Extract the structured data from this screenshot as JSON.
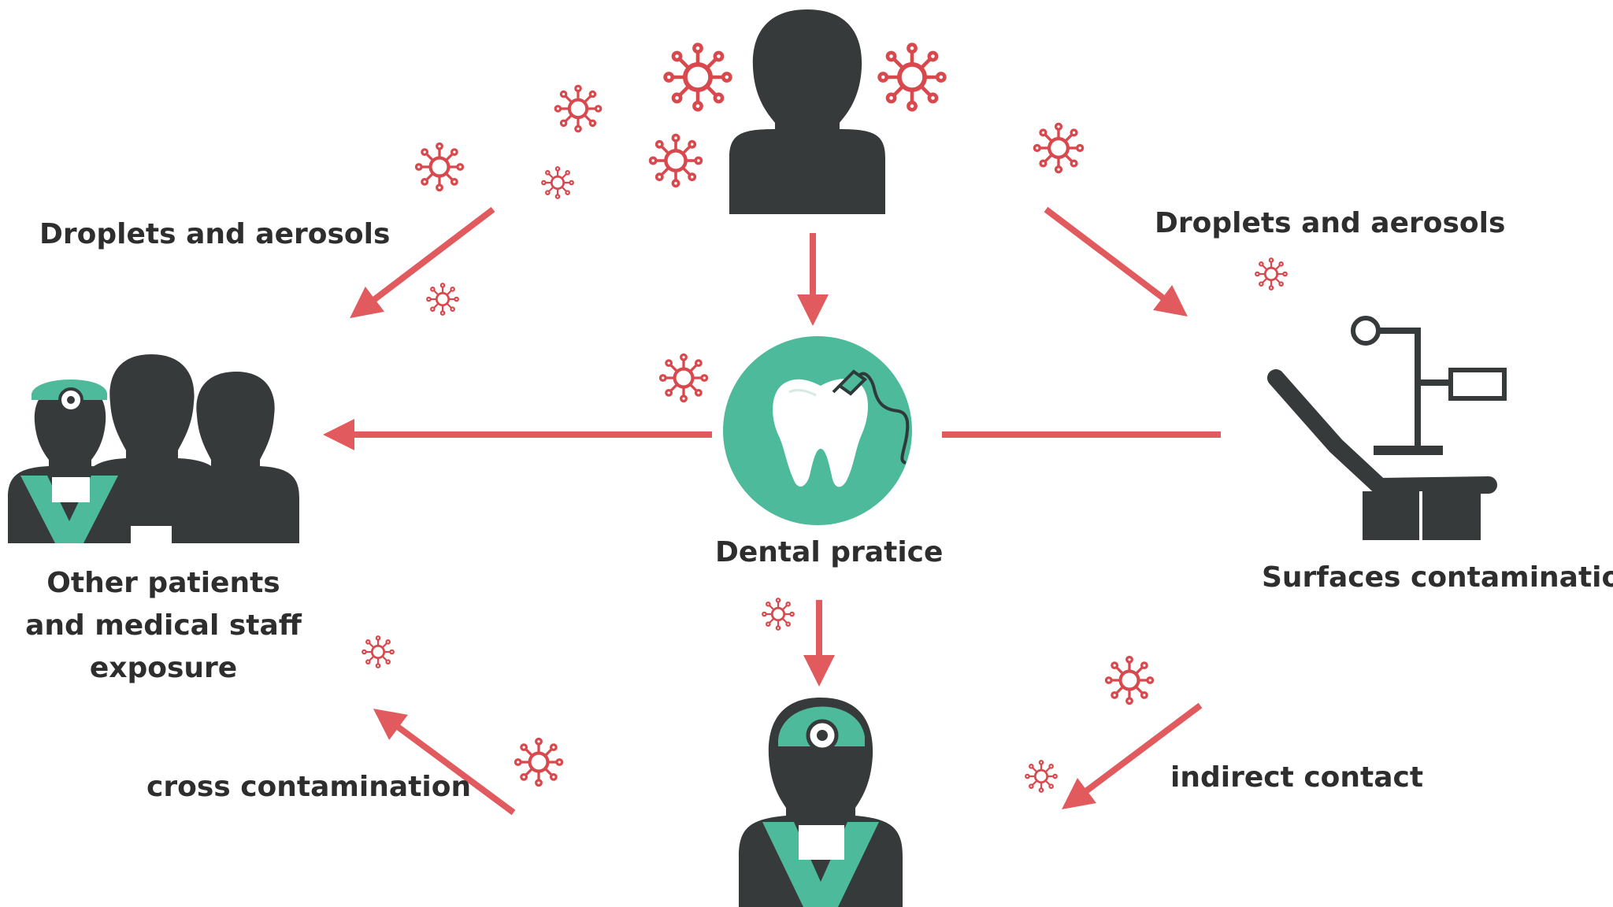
{
  "labels": {
    "droplets_left": "Droplets and aerosols",
    "droplets_right": "Droplets and aerosols",
    "dental_practice": "Dental pratice",
    "surfaces_contamination": "Surfaces contamination",
    "other_patients": "Other patients and medical staff exposure",
    "cross_contamination": "cross contamination",
    "indirect_contact": "indirect contact"
  },
  "colors": {
    "arrow": "#e05a5e",
    "virus": "#d8484c",
    "figure": "#363a3a",
    "accent": "#4dba9b"
  },
  "icons": {
    "patient": "person-icon",
    "dental": "tooth-drill-icon",
    "chair": "dental-chair-icon",
    "group": "people-group-icon",
    "dentist": "dentist-icon",
    "virus": "virus-icon"
  }
}
